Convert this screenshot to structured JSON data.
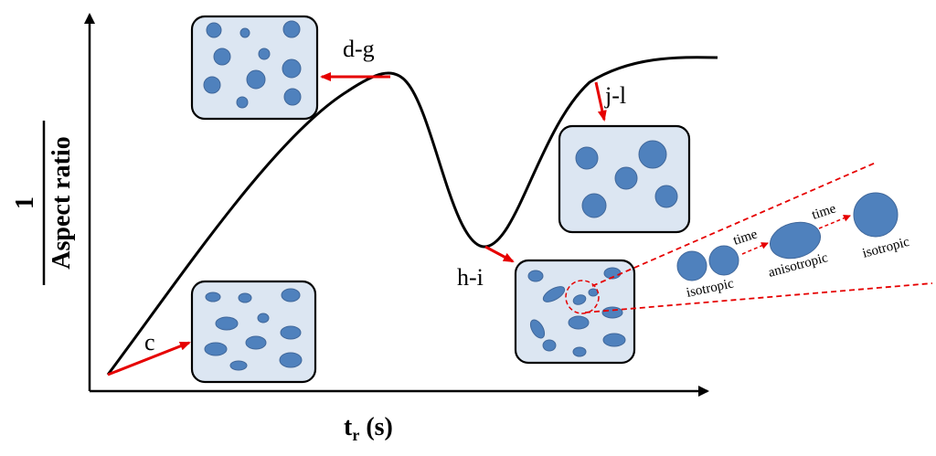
{
  "diagram": {
    "y_axis_label_numerator": "1",
    "y_axis_label_denominator": "Aspect ratio",
    "x_axis_label_main": "t",
    "x_axis_label_sub": "r",
    "x_axis_label_unit": " (s)",
    "stage_labels": {
      "c": "c",
      "dg": "d-g",
      "hi": "h-i",
      "jl": "j-l"
    },
    "inset": {
      "time_1": "time",
      "time_2": "time",
      "isotropic_1": "isotropic",
      "anisotropic": "anisotropic",
      "isotropic_2": "isotropic"
    },
    "colors": {
      "arrow": "#e60000",
      "particle": "#4f81bd",
      "box_fill": "#dce6f2"
    }
  }
}
